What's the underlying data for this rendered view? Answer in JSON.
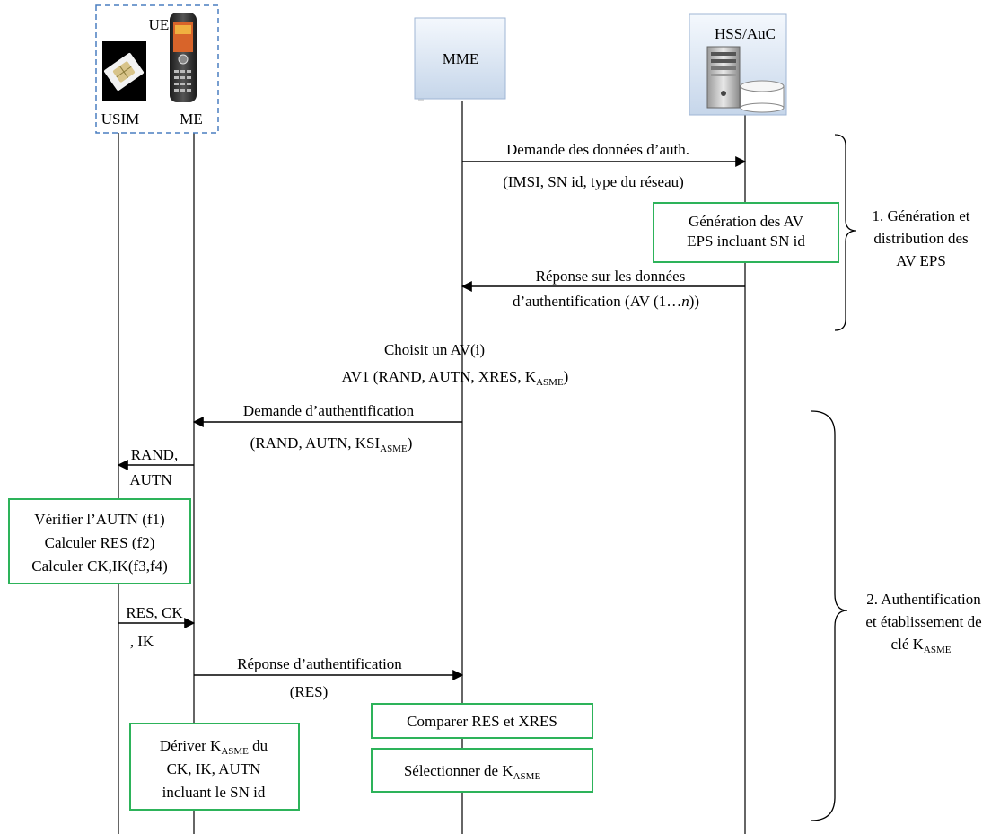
{
  "colors": {
    "actor_box_fill_top": "#f4f8fd",
    "actor_box_fill_bottom": "#c6d6ea",
    "actor_box_border": "#9fb6d4",
    "ue_border_dashed": "#4a7ec0",
    "action_box_border": "#2db35a",
    "text": "#000000"
  },
  "actors": {
    "ue": {
      "label": "UE",
      "usim_label": "USIM",
      "me_label": "ME"
    },
    "mme": {
      "label": "MME"
    },
    "hss": {
      "label": "HSS/AuC"
    }
  },
  "icons": [
    "sim-card-icon",
    "mobile-phone-icon",
    "server-icon",
    "database-icon"
  ],
  "messages": {
    "auth_data_request": {
      "line1": "Demande des données d’auth.",
      "line2": "(IMSI, SN id, type du réseau)"
    },
    "auth_data_response": {
      "line1": "Réponse sur les données",
      "line2_prefix": "d’authentification (AV (1…",
      "line2_italic": "n",
      "line2_suffix": "))"
    },
    "choose_av": {
      "line1": "Choisit  un AV(i)",
      "line2_prefix": "AV1 (RAND, AUTN, XRES, K",
      "line2_sub": "ASME",
      "line2_suffix": ")"
    },
    "auth_request": {
      "line1": "Demande d’authentification",
      "line2_prefix": "(RAND, AUTN, KSI",
      "line2_sub": "ASME",
      "line2_suffix": ")"
    },
    "rand_autn": {
      "line1": "RAND,",
      "line2": "AUTN"
    },
    "res_ck_ik": {
      "line1": "RES, CK",
      "line2": ", IK"
    },
    "auth_response": {
      "line1": "Réponse d’authentification",
      "line2": "(RES)"
    }
  },
  "boxes": {
    "av_generation": {
      "line1": "Génération des AV",
      "line2": "EPS incluant SN id"
    },
    "usim_verify": {
      "line1": "Vérifier l’AUTN (f1)",
      "line2": "Calculer RES (f2)",
      "line3": "Calculer CK,IK(f3,f4)"
    },
    "compare": {
      "line1": "Comparer RES et XRES"
    },
    "select_kasme": {
      "prefix": "Sélectionner de K",
      "sub": "ASME"
    },
    "derive_kasme": {
      "line1_prefix": "Dériver K",
      "line1_sub": "ASME",
      "line1_suffix": " du",
      "line2": "CK, IK, AUTN",
      "line3": "incluant le SN id"
    }
  },
  "phases": {
    "phase1": {
      "line1": "1. Génération et",
      "line2": "distribution des",
      "line3": "AV EPS"
    },
    "phase2": {
      "line1": "2. Authentification",
      "line2": "et établissement de",
      "line3_prefix": "clé K",
      "line3_sub": "ASME"
    }
  }
}
